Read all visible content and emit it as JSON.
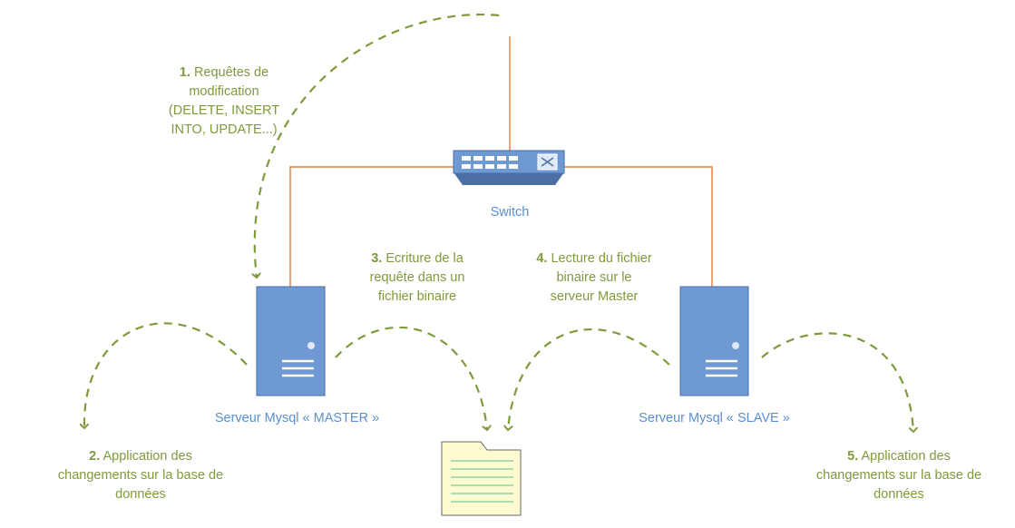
{
  "devices": {
    "switch": {
      "label": "Switch"
    },
    "master": {
      "label": "Serveur Mysql « MASTER »"
    },
    "slave": {
      "label": "Serveur Mysql « SLAVE »"
    }
  },
  "steps": [
    {
      "number": "1.",
      "lines": [
        "Requêtes de",
        "modification",
        "(DELETE, INSERT",
        "INTO, UPDATE...)"
      ]
    },
    {
      "number": "2.",
      "lines": [
        "Application des",
        "changements sur la base de",
        "données"
      ]
    },
    {
      "number": "3.",
      "lines": [
        "Ecriture de la",
        "requête dans un",
        "fichier binaire"
      ]
    },
    {
      "number": "4.",
      "lines": [
        "Lecture du fichier",
        "binaire sur le",
        "serveur Master"
      ]
    },
    {
      "number": "5.",
      "lines": [
        "Application des",
        "changements sur la base de",
        "données"
      ]
    }
  ],
  "icons": {
    "switch": "network-switch-icon",
    "master": "server-tower-icon",
    "slave": "server-tower-icon",
    "file": "binary-file-icon"
  },
  "colors": {
    "connection_line": "#e07b3c",
    "dashed_arrow": "#7f9a3c",
    "step_text": "#7f9a3c",
    "device_label": "#5b8fcf",
    "server_fill": "#6f99d3",
    "file_fill": "#fdfbcf"
  }
}
